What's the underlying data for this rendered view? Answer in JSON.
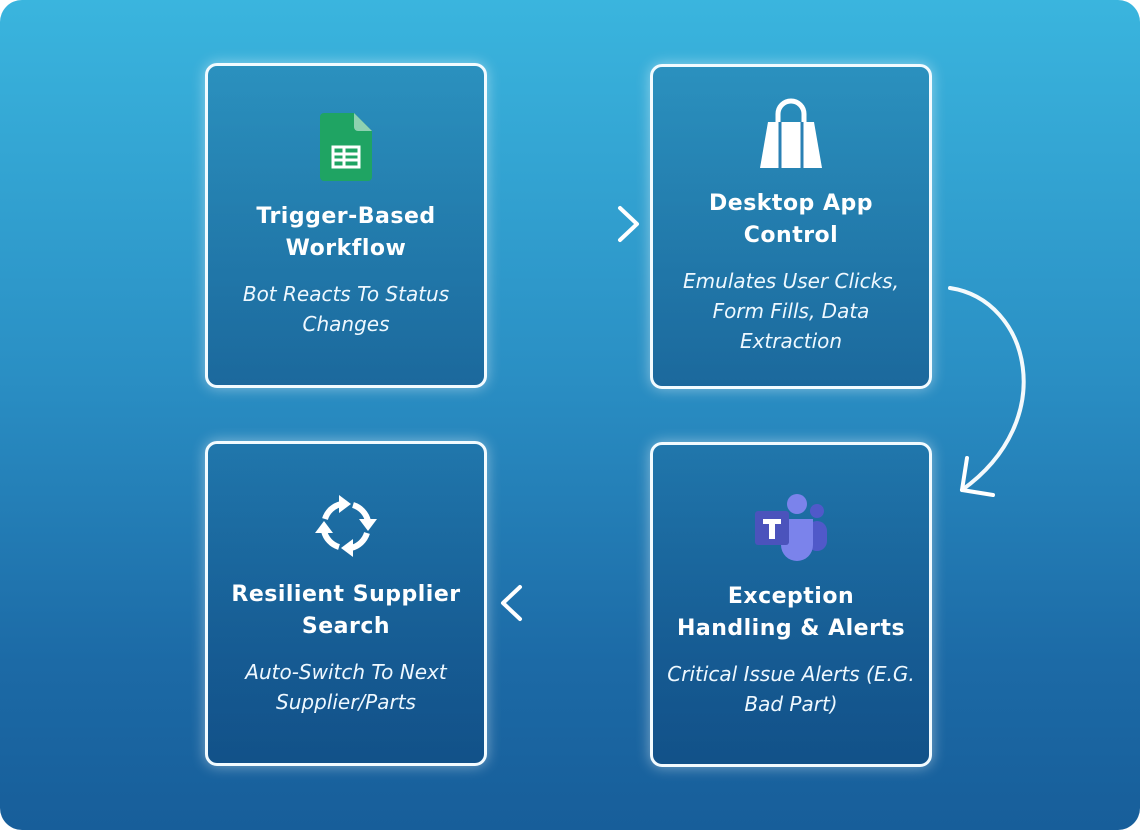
{
  "steps": [
    {
      "title": "Trigger-Based Workflow",
      "description": "Bot Reacts To Status Changes",
      "icon": "google-sheets-icon"
    },
    {
      "title": "Desktop App Control",
      "description": "Emulates User Clicks, Form Fills, Data Extraction",
      "icon": "shopping-bag-icon"
    },
    {
      "title": "Exception Handling & Alerts",
      "description": "Critical Issue Alerts (E.G. Bad Part)",
      "icon": "microsoft-teams-icon"
    },
    {
      "title": "Resilient Supplier Search",
      "description": "Auto-Switch To Next Supplier/Parts",
      "icon": "refresh-cycle-icon"
    }
  ],
  "colors": {
    "sheets_green": "#1fa463",
    "teams_purple": "#5059c9",
    "bg_top": "#3ab5de",
    "bg_bottom": "#175e9a"
  }
}
